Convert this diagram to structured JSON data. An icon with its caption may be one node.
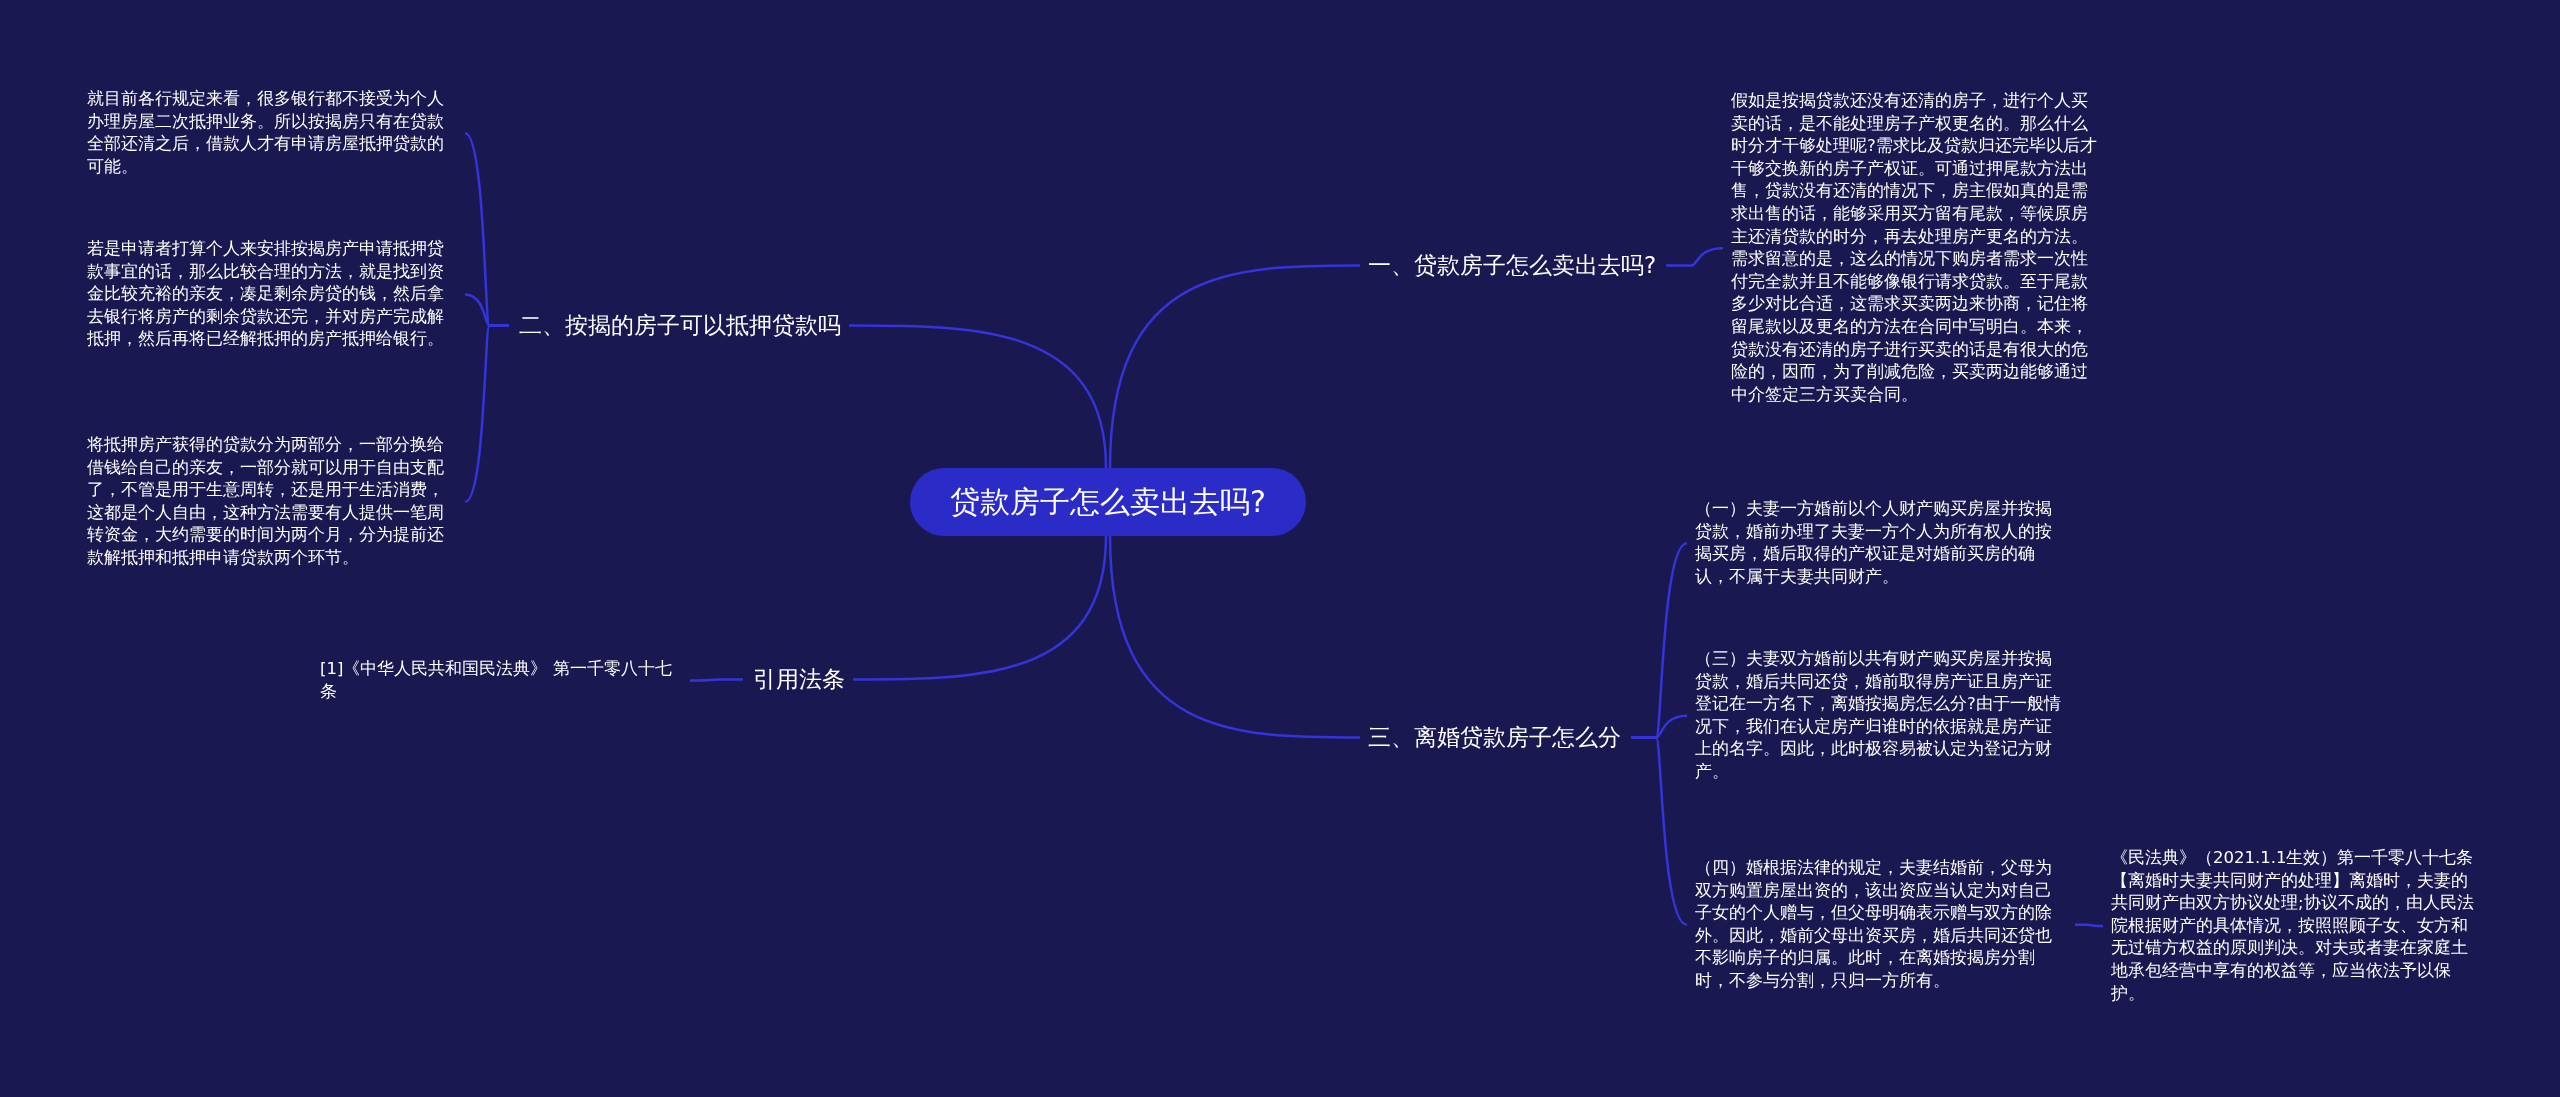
{
  "diagram": {
    "nodes": [
      {
        "text": [
          "贷款房子怎么卖出去吗?"
        ]
      },
      {
        "text": [
          "一、贷款房子怎么卖出去吗?"
        ]
      },
      {
        "text": [
          "假如是按揭贷款还没有还清的房子，进行个人买卖的话，是不能处理房子产权更名的。那么什么时分才干够处理呢?需求比及贷款归还完毕以后才干够交换新的房子产权证。可通过押尾款方法出售，贷款没有还清的情况下，房主假如真的是需求出售的话，能够采用买方留有尾款，等候原房主还清贷款的时分，再去处理房产更名的方法。需求留意的是，这么的情况下购房者需求一次性付完全款并且不能够像银行请求贷款。至于尾款多少对比合适，这需求买卖两边来协商，记住将留尾款以及更名的方法在合同中写明白。本来，贷款没有还清的房子进行买卖的话是有很大的危险的，因而，为了削减危险，买卖两边能够通过中介签定三方买卖合同。"
        ]
      },
      {
        "text": [
          "二、按揭的房子可以抵押贷款吗"
        ]
      },
      {
        "text": [
          "就目前各行规定来看，很多银行都不接受为个人办理房屋二次抵押业务。所以按揭房只有在贷款全部还清之后，借款人才有申请房屋抵押贷款的可能。"
        ]
      },
      {
        "text": [
          "若是申请者打算个人来安排按揭房产申请抵押贷款事宜的话，那么比较合理的方法，就是找到资金比较充裕的亲友，凑足剩余房贷的钱，然后拿去银行将房产的剩余贷款还完，并对房产完成解抵押，然后再将已经解抵押的房产抵押给银行。"
        ]
      },
      {
        "text": [
          "将抵押房产获得的贷款分为两部分，一部分换给借钱给自己的亲友，一部分就可以用于自由支配了，不管是用于生意周转，还是用于生活消费，这都是个人自由，这种方法需要有人提供一笔周转资金，大约需要的时间为两个月，分为提前还款解抵押和抵押申请贷款两个环节。"
        ]
      },
      {
        "text": [
          "三、离婚贷款房子怎么分"
        ]
      },
      {
        "text": [
          "（一）夫妻一方婚前以个人财产购买房屋并按揭贷款，婚前办理了夫妻一方个人为所有权人的按揭买房，婚后取得的产权证是对婚前买房的确认，不属于夫妻共同财产。"
        ]
      },
      {
        "text": [
          "（三）夫妻双方婚前以共有财产购买房屋并按揭贷款，婚后共同还贷，婚前取得房产证且房产证登记在一方名下，离婚按揭房怎么分?由于一般情况下，我们在认定房产归谁时的依据就是房产证上的名字。因此，此时极容易被认定为登记方财产。"
        ]
      },
      {
        "text": [
          "（四）婚根据法律的规定，夫妻结婚前，父母为双方购置房屋出资的，该出资应当认定为对自己子女的个人赠与，但父母明确表示赠与双方的除外。因此，婚前父母出资买房，婚后共同还贷也不影响房子的归属。此时，在离婚按揭房分割时，不参与分割，只归一方所有。"
        ]
      },
      {
        "text": [
          "《民法典》（2021.1.1生效）第一千零八十七条【离婚时夫妻共同财产的处理】离婚时，夫妻的共同财产由双方协议处理;协议不成的，由人民法院根据财产的具体情况，按照照顾子女、女方和无过错方权益的原则判决。对夫或者妻在家庭土地承包经营中享有的权益等，应当依法予以保护。"
        ]
      },
      {
        "text": [
          "引用法条"
        ]
      },
      {
        "text": [
          "[1]《中华人民共和国民法典》 第一千零八十七条"
        ]
      }
    ],
    "edges": [
      {
        "from": 0,
        "to": 1,
        "arrow": "none"
      },
      {
        "from": 1,
        "to": 2,
        "arrow": "none"
      },
      {
        "from": 0,
        "to": 3,
        "arrow": "none"
      },
      {
        "from": 3,
        "to": 4,
        "arrow": "none"
      },
      {
        "from": 3,
        "to": 5,
        "arrow": "none"
      },
      {
        "from": 3,
        "to": 6,
        "arrow": "none"
      },
      {
        "from": 0,
        "to": 7,
        "arrow": "none"
      },
      {
        "from": 7,
        "to": 8,
        "arrow": "none"
      },
      {
        "from": 7,
        "to": 9,
        "arrow": "none"
      },
      {
        "from": 7,
        "to": 10,
        "arrow": "none"
      },
      {
        "from": 10,
        "to": 11,
        "arrow": "none"
      },
      {
        "from": 0,
        "to": 12,
        "arrow": "none"
      },
      {
        "from": 12,
        "to": 13,
        "arrow": "none"
      }
    ]
  }
}
